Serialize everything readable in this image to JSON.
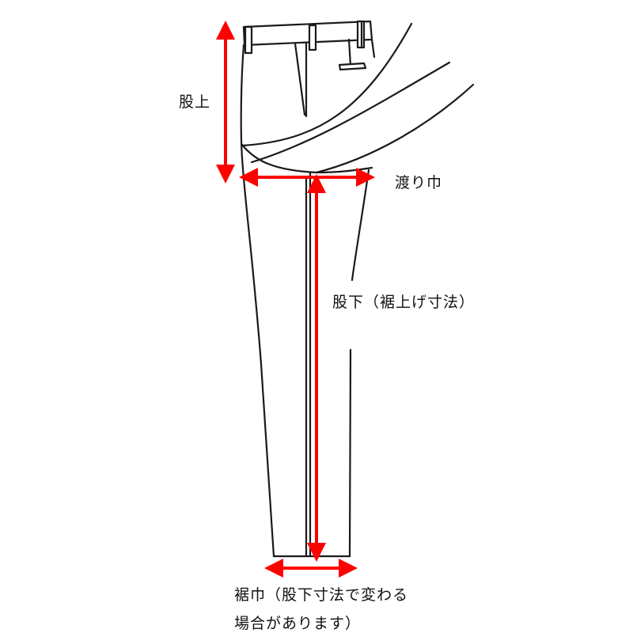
{
  "diagram": {
    "subject": "trousers measurement guide",
    "colors": {
      "outline": "#1a1a1a",
      "arrow": "#ff0000",
      "background": "#ffffff",
      "text": "#111111"
    },
    "labels": {
      "rise": "股上",
      "thigh_width": "渡り巾",
      "inseam": "股下（裾上げ寸法）",
      "hem_width_line1": "裾巾（股下寸法で変わる",
      "hem_width_line2": "場合があります）"
    },
    "measurements": [
      {
        "name": "rise",
        "orientation": "vertical"
      },
      {
        "name": "thigh_width",
        "orientation": "horizontal"
      },
      {
        "name": "inseam",
        "orientation": "vertical"
      },
      {
        "name": "hem_width",
        "orientation": "horizontal"
      }
    ]
  }
}
